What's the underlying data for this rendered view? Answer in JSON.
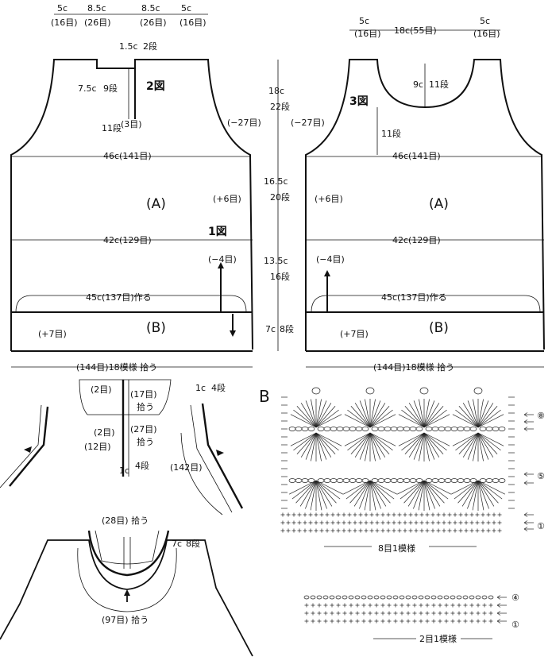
{
  "figure_labels": {
    "fig1": "1図",
    "fig2": "2図",
    "fig3": "3図",
    "chart_b": "B"
  },
  "front": {
    "top_widths": [
      "5c",
      "8.5c",
      "8.5c",
      "5c"
    ],
    "top_counts": [
      "(16目)",
      "(26目)",
      "(26目)",
      "(16目)"
    ],
    "neck_small": "1.5c",
    "neck_small_rows": "2段",
    "neck_depth": "7.5c",
    "neck_depth_rows": "9段",
    "neck_bottom_rows": "11段",
    "neck_bottom_sts": "(3目)",
    "armhole_dec": "(−27目)",
    "chest": "46c(141目)",
    "panel_a": "(A)",
    "side_inc": "(+6目)",
    "waist": "42c(129目)",
    "side_dec": "(−4目)",
    "hem": "45c(137目)作る",
    "band_inc": "(+7目)",
    "panel_b": "(B)",
    "pickup": "(144目)18模様 拾う"
  },
  "center_dims": {
    "armhole": "18c",
    "armhole_rows": "22段",
    "side": "16.5c",
    "side_rows": "20段",
    "lower": "13.5c",
    "lower_rows": "16段",
    "band": "7c",
    "band_rows": "8段"
  },
  "back": {
    "top_left": "5c",
    "top_left_sts": "(16目)",
    "top_mid": "18c(55目)",
    "top_right": "5c",
    "top_right_sts": "(16目)",
    "neck_depth": "9c",
    "neck_depth_rows": "11段",
    "neck_side_rows": "11段",
    "armhole_dec": "(−27目)",
    "chest": "46c(141目)",
    "panel_a": "(A)",
    "side_inc": "(+6目)",
    "waist": "42c(129目)",
    "side_dec": "(−4目)",
    "hem": "45c(137目)作る",
    "band_inc": "(+7目)",
    "panel_b": "(B)",
    "pickup": "(144目)18模様 拾う"
  },
  "collar_front": {
    "s1": "(2目)",
    "s2": "(17目)",
    "s2b": "拾う",
    "s3": "(2目)",
    "s4": "(27目)",
    "s4b": "拾う",
    "s5": "(12目)",
    "c1": "1c",
    "c1_rows": "4段",
    "c2": "1c",
    "c2_rows": "4段",
    "arm": "(142目)"
  },
  "collar_back": {
    "top": "(28目) 拾う",
    "side": "7c",
    "side_rows": "8段",
    "bottom": "(97目) 拾う"
  },
  "chart_b": {
    "row_top": "⑧",
    "row_mid": "⑤",
    "row_bot": "①",
    "repeat": "8目1模様"
  },
  "chart_small": {
    "row_top": "④",
    "row_bot": "①",
    "repeat": "2目1模様"
  }
}
